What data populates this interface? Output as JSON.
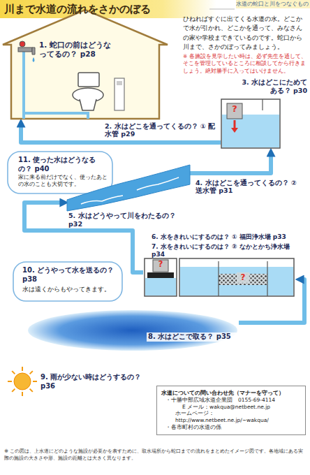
{
  "diagram": {
    "title": "川まで水道の流れをさかのぼる",
    "nodes": [
      {
        "text": [
          "1. 蛇口の前はどうなってるの？ p28"
        ]
      },
      {
        "text": [
          "3. 水はどこにためてある？ p30"
        ]
      },
      {
        "text": [
          "11. 使った水はどうなるの？ p40",
          "家に来る前だけでなく、使ったあとの水のことも大切です。"
        ]
      },
      {
        "text": [
          "5. 水はどうやって川をわたるの？ p32"
        ]
      },
      {
        "text": [
          "6. 水をきれいにするのは？ ① 福田浄水場 p33",
          "7. 水をきれいにするのは？ ② なかとかち浄水場 p34"
        ]
      },
      {
        "text": [
          "10. どうやって水を送るの？ p38",
          "水は遠くからもやってきます。"
        ]
      },
      {
        "text": [
          "8. 水はどこで取る？ p35"
        ]
      },
      {
        "text": [
          "9. 雨が少ない時はどうするの？ p36"
        ]
      },
      {
        "text": [
          "水道についての問い合わせ先（マナーを守って）",
          "・十勝中部広域水道企業団　0155-69-4114",
          "E メール：wakqua@netbeet.ne.jp",
          "ホームページ：http://www.netbeet.ne.jp/~wakqua/",
          "・各市町村の水道の係"
        ]
      }
    ],
    "edges": [
      {
        "from": 6,
        "to": 4,
        "arrow": "to"
      },
      {
        "from": 4,
        "to": 3,
        "arrow": "to"
      },
      {
        "from": 3,
        "to": 1,
        "arrow": "to",
        "label": "4. 水はどこを通ってくるの？ ② 送水管 p31"
      },
      {
        "from": 1,
        "to": 0,
        "arrow": "to",
        "label": "2. 水はどこを通ってくるの？ ① 配水管 p29"
      }
    ],
    "labels": [
      "水道の蛇口と川をつなぐもの",
      "ひねればすぐに出てくる水道の水。どこかで水が引かれ、どこかを通って、みなさんの家や学校まできているのです。蛇口から川まで、さかのぼってみましょう。",
      "※ 各施設を見学したい時は、必ず先生を通して、そこを管理しているところに相談してから行きましょう。絶対勝手に入ってはいけません。",
      "?",
      "?",
      "?",
      "※ この図は、上水道にどのような施設が必要かを表すために、取水場所から蛇口までの流れをまとめたイメージ図です。各地域にある実際の施設の大きさや形、施設の距離とは大きく異なります。"
    ]
  }
}
